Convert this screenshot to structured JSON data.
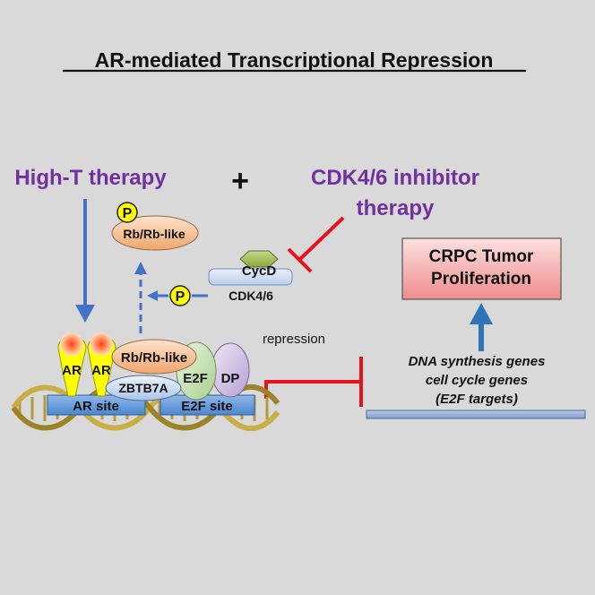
{
  "title": "AR-mediated Transcriptional Repression",
  "therapy_left": "High-T therapy",
  "plus": "+",
  "therapy_right_line1": "CDK4/6 inhibitor",
  "therapy_right_line2": "therapy",
  "outcome_line1": "CRPC Tumor",
  "outcome_line2": "Proliferation",
  "phospho": "P",
  "rb_top": "Rb/Rb-like",
  "cycd": "CycD",
  "cdk": "CDK4/6",
  "repression": "repression",
  "ar1": "AR",
  "ar2": "AR",
  "rb_bound": "Rb/Rb-like",
  "zbtb": "ZBTB7A",
  "e2f": "E2F",
  "dp": "DP",
  "ar_site": "AR site",
  "e2f_site": "E2F site",
  "genes_line1": "DNA synthesis genes",
  "genes_line2": "cell cycle genes",
  "genes_line3": "(E2F targets)",
  "colors": {
    "background": "#d9d9d9",
    "therapy_text": "#7030a0",
    "arrow_blue": "#4472c4",
    "inhibit_red": "#e8121c",
    "box_fill": "#f4a6a6",
    "phospho_fill": "#ffff00",
    "ar_yellow": "#ffff00",
    "site_blue": "#5b9bd5"
  }
}
